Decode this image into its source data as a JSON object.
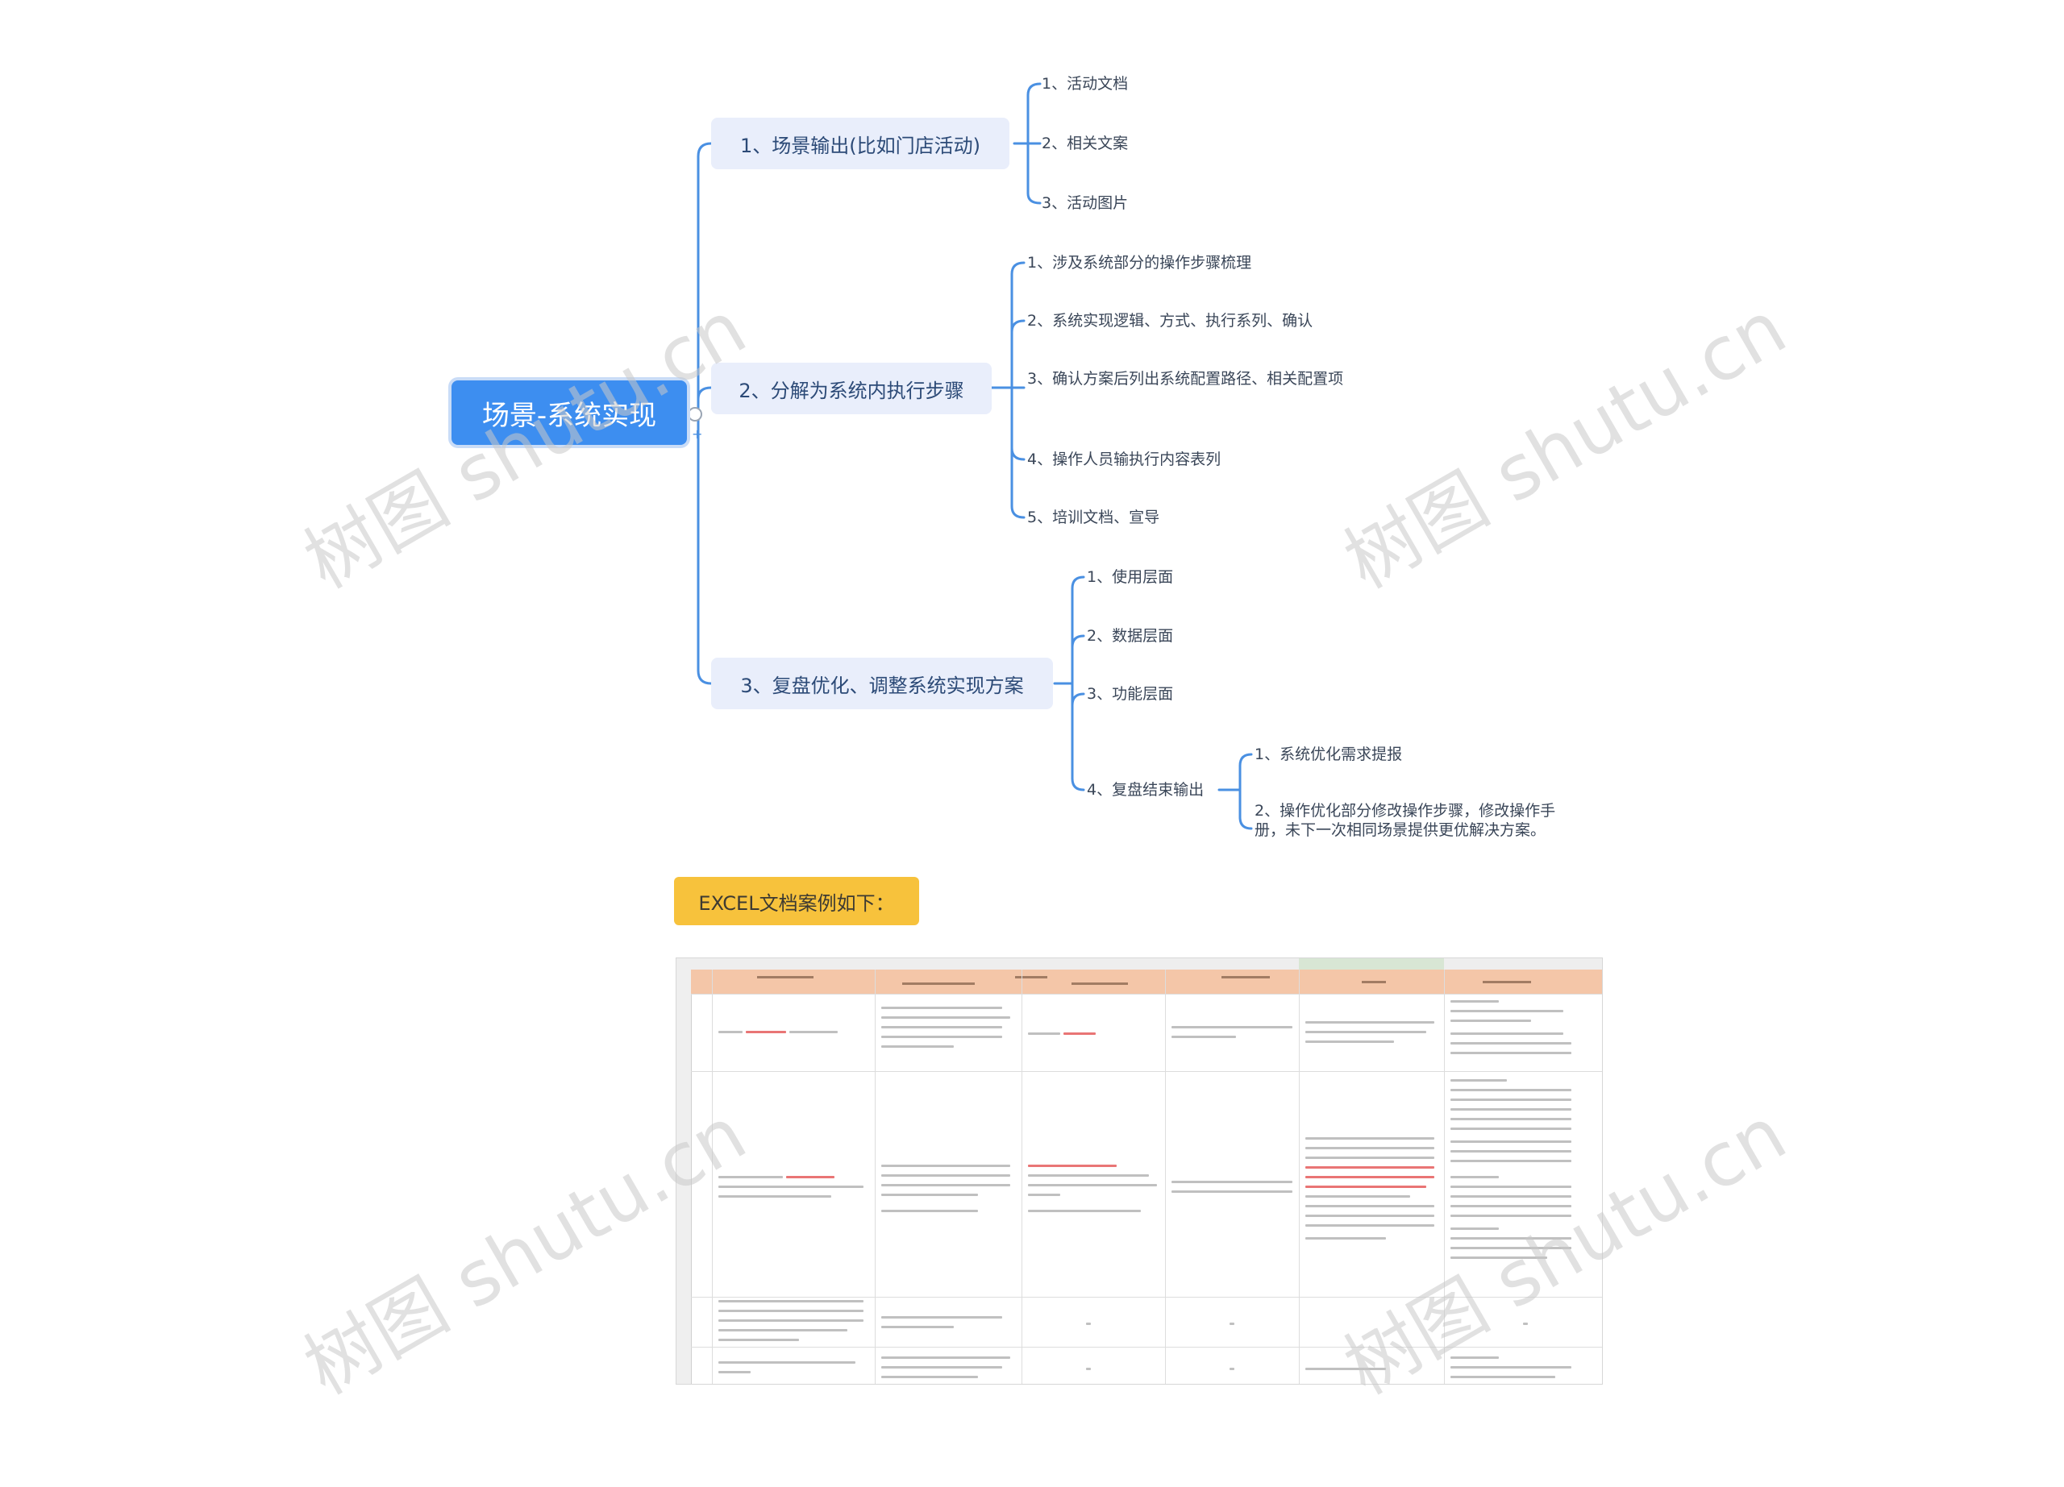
{
  "root": {
    "label": "场景-系统实现"
  },
  "branches": [
    {
      "label": "1、场景输出(比如门店活动)",
      "children": [
        "1、活动文档",
        "2、相关文案",
        "3、活动图片"
      ]
    },
    {
      "label": "2、分解为系统内执行步骤",
      "children": [
        "1、涉及系统部分的操作步骤梳理",
        "2、系统实现逻辑、方式、执行系列、确认",
        "3、确认方案后列出系统配置路径、相关配置项",
        "4、操作人员输执行内容表列",
        "5、培训文档、宣导"
      ]
    },
    {
      "label": "3、复盘优化、调整系统实现方案",
      "children": [
        "1、使用层面",
        "2、数据层面",
        "3、功能层面",
        "4、复盘结束输出"
      ],
      "sub": [
        "1、系统优化需求提报",
        "2、操作优化部分修改操作步骤，修改操作手册，未下一次相同场景提供更优解决方案。"
      ]
    }
  ],
  "note": {
    "label": "EXCEL文档案例如下："
  },
  "watermark": "树图 shutu.cn",
  "colors": {
    "root": "#3d8ef0",
    "branch_bg": "#e9eefb",
    "link": "#4a90e2",
    "note_bg": "#f7c23c",
    "sheet_header": "#f4c6a8"
  }
}
